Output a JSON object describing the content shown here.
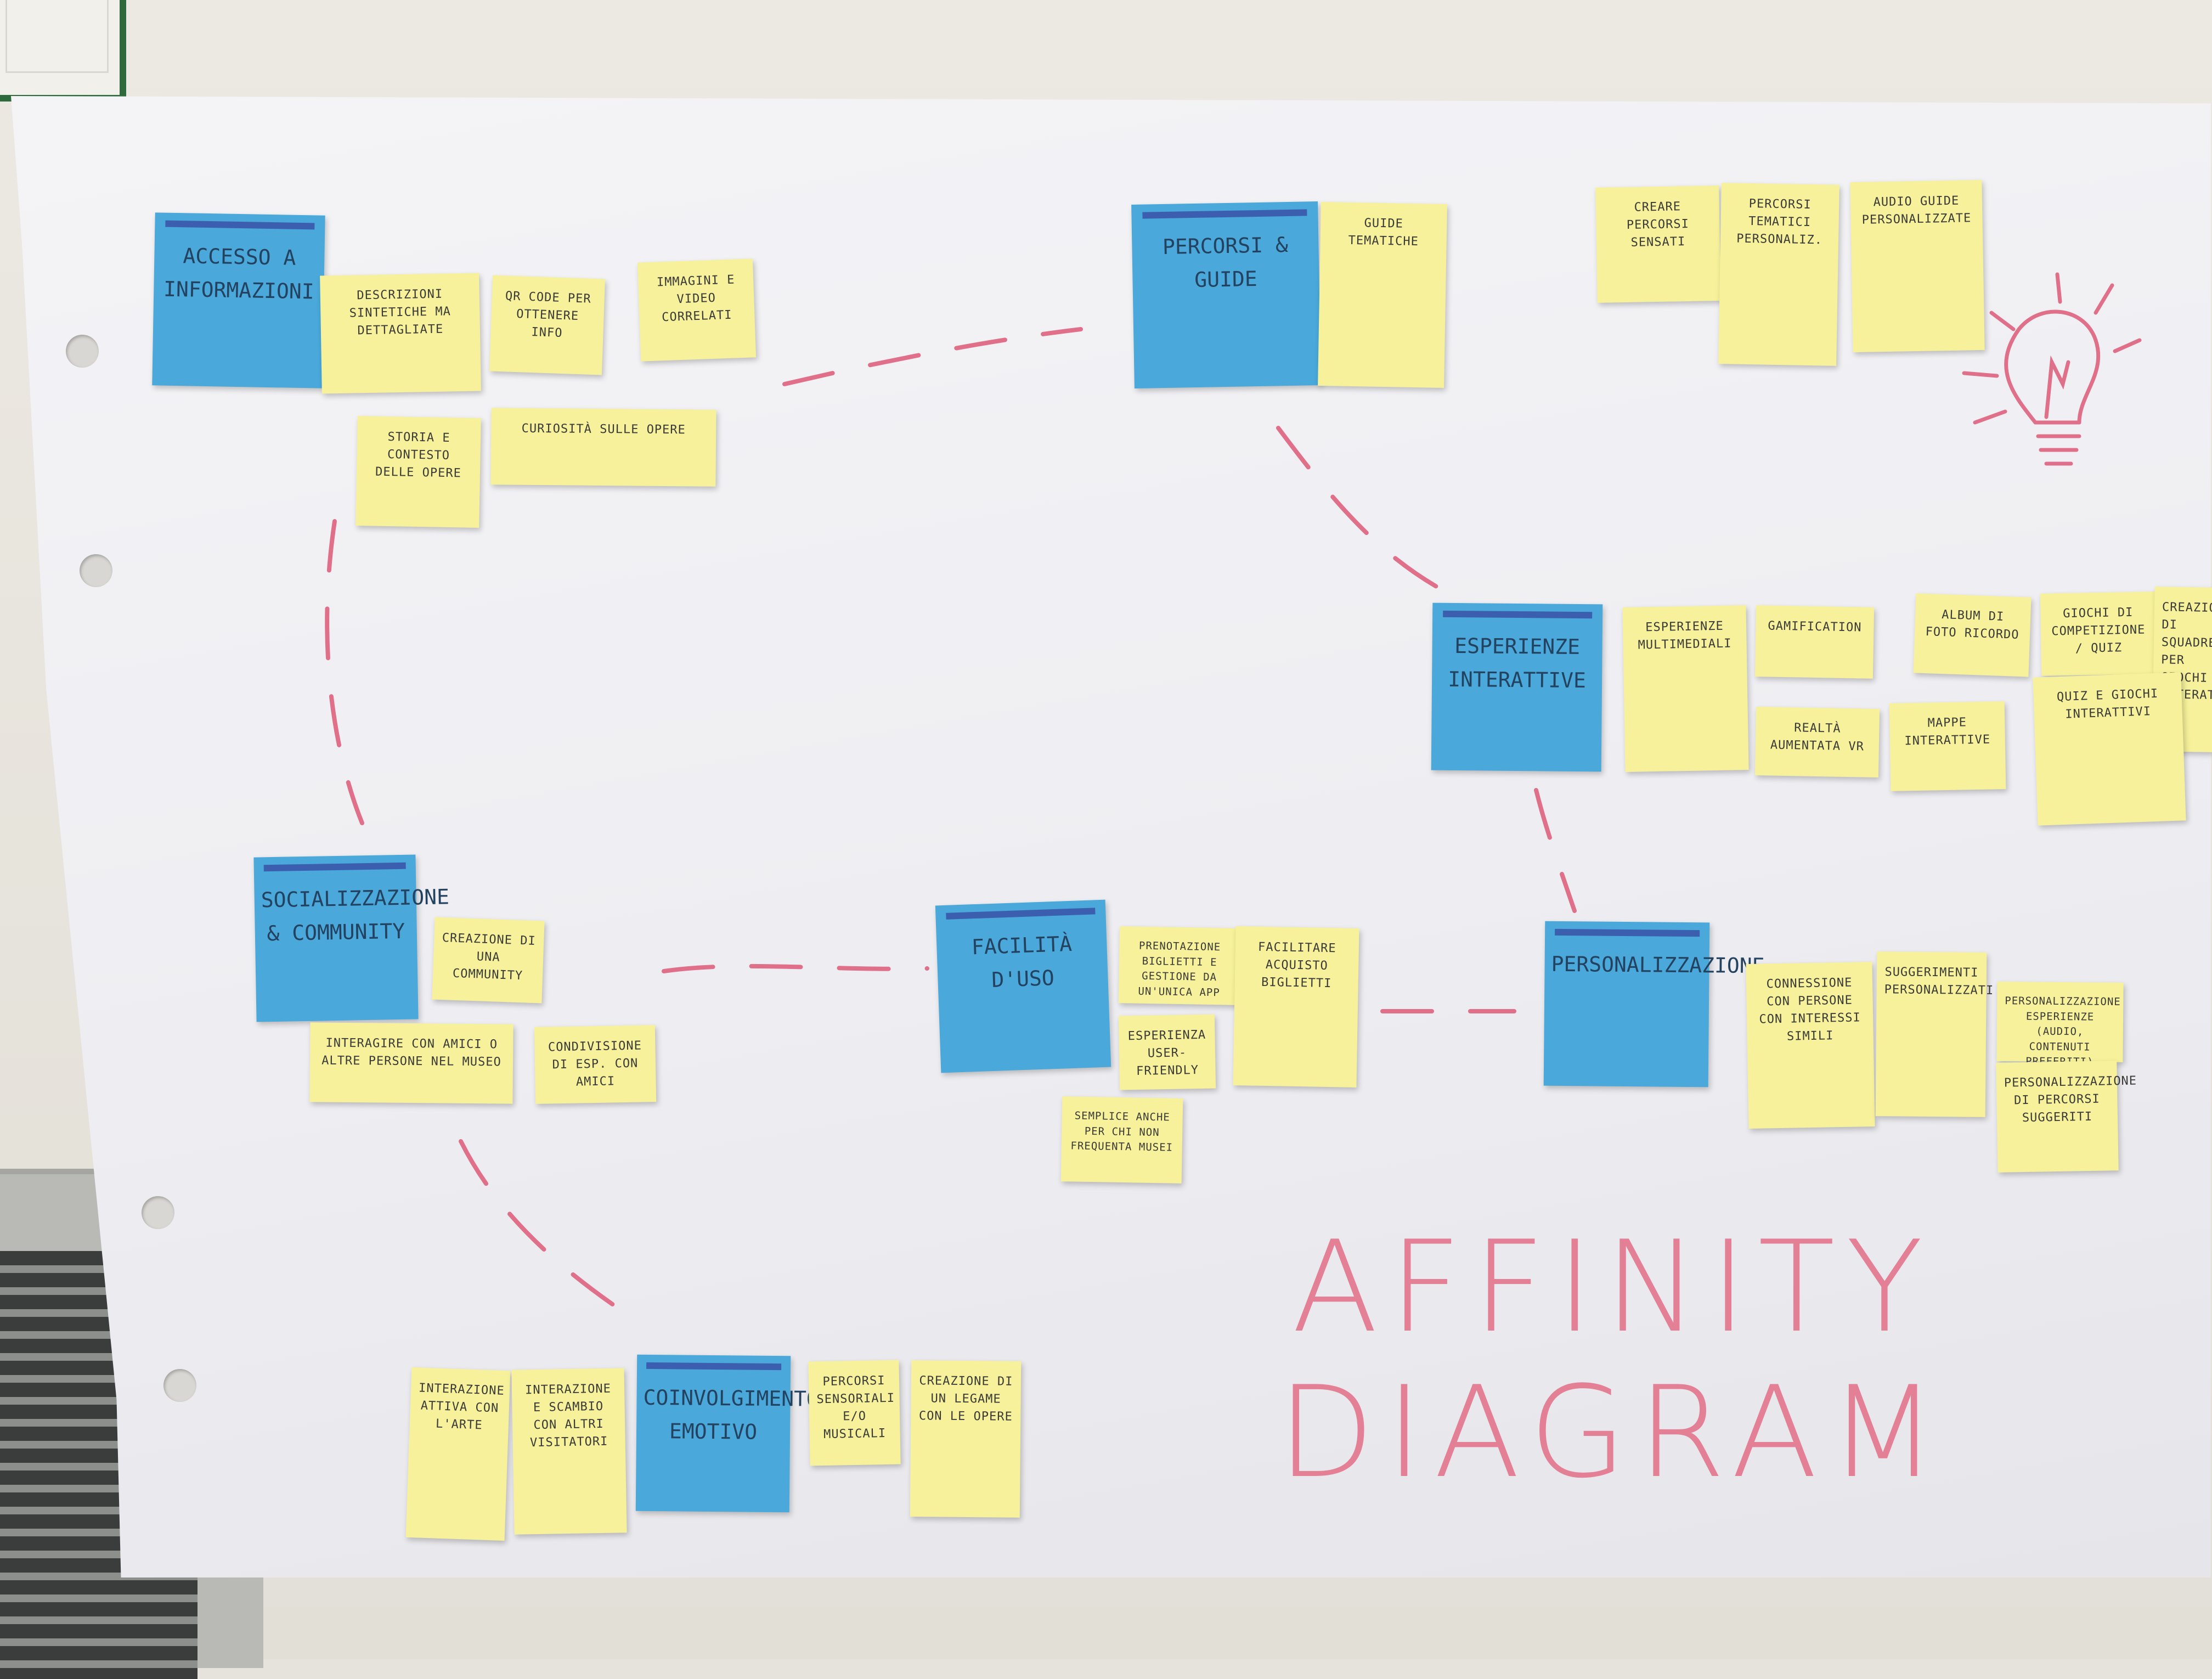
{
  "title": {
    "line1": "AFFINITY",
    "line2": "DIAGRAM"
  },
  "colors": {
    "blue_note": "#4aa8da",
    "yellow_note": "#f6f19a",
    "marker": "#e48095",
    "connector": "#e0708a"
  },
  "icons": {
    "idea": "lightbulb-icon"
  },
  "groups": {
    "accesso": {
      "header": "Accesso A Informazioni",
      "notes": [
        "Descrizioni sintetiche ma dettagliate",
        "QR code per ottenere info",
        "Immagini e video correlati",
        "Storia e contesto delle opere",
        "Curiosità sulle opere"
      ]
    },
    "percorsi": {
      "header": "Percorsi & Guide",
      "notes": [
        "Guide tematiche",
        "Creare percorsi sensati",
        "Percorsi tematici personaliz.",
        "Audio guide personalizzate"
      ]
    },
    "esperienze": {
      "header": "Esperienze Interattive",
      "notes": [
        "Esperienze multimediali",
        "Gamification",
        "Album di foto ricordo",
        "Giochi di competizione / quiz",
        "Creazione di squadre per giochi interattivi",
        "Realtà aumentata VR",
        "Mappe interattive",
        "Quiz e giochi interattivi"
      ]
    },
    "socializzazione": {
      "header": "Socializzazione & Community",
      "notes": [
        "Creazione di una community",
        "Interagire con amici o altre persone nel museo",
        "Condivisione di esp. con amici"
      ]
    },
    "facilita": {
      "header": "Facilità d'uso",
      "notes": [
        "Prenotazione biglietti e gestione da un'unica app",
        "Facilitare acquisto biglietti",
        "Esperienza user-friendly",
        "Semplice anche per chi non frequenta musei"
      ]
    },
    "personalizzazione": {
      "header": "Personalizzazione",
      "notes": [
        "Connessione con persone con interessi simili",
        "Suggerimenti personalizzati",
        "Personalizzazione esperienze (audio, contenuti preferiti)",
        "Personalizzazione di percorsi suggeriti"
      ]
    },
    "coinvolgimento": {
      "header": "Coinvolgimento Emotivo",
      "notes": [
        "Interazione attiva con l'arte",
        "Interazione e scambio con altri visitatori",
        "Percorsi sensoriali e/o musicali",
        "Creazione di un legame con le opere"
      ]
    }
  }
}
